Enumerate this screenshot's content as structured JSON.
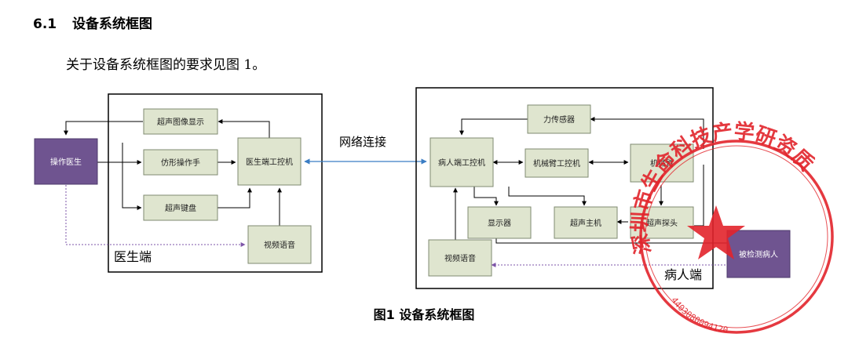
{
  "section": {
    "number": "6.1",
    "title": "设备系统框图"
  },
  "paragraph": "关于设备系统框图的要求见图 1。",
  "caption": "图1 设备系统框图",
  "network_label": "网络连接",
  "doctor_side": {
    "label": "医生端",
    "operator": "操作医生",
    "ultrasound_display": "超声图像显示",
    "bionic_hand": "仿形操作手",
    "ultrasound_keyboard": "超声键盘",
    "doctor_pc": "医生端工控机",
    "video_voice": "视频语音"
  },
  "patient_side": {
    "label": "病人端",
    "patient_pc": "病人端工控机",
    "force_sensor": "力传感器",
    "arm_pc": "机械臂工控机",
    "robot_arm": "机械臂",
    "display": "显示器",
    "ultrasound_host": "超声主机",
    "ultrasound_probe": "超声探头",
    "video_voice": "视频语音",
    "patient": "被检测病人"
  },
  "seal": {
    "text": "深圳市生命科技产学研资质",
    "number": "4403080094120"
  },
  "colors": {
    "block_fill": "#dfe5cf",
    "person_fill": "#6f5490",
    "network_line": "#3b7dc4",
    "seal_red": "#e2242b"
  }
}
